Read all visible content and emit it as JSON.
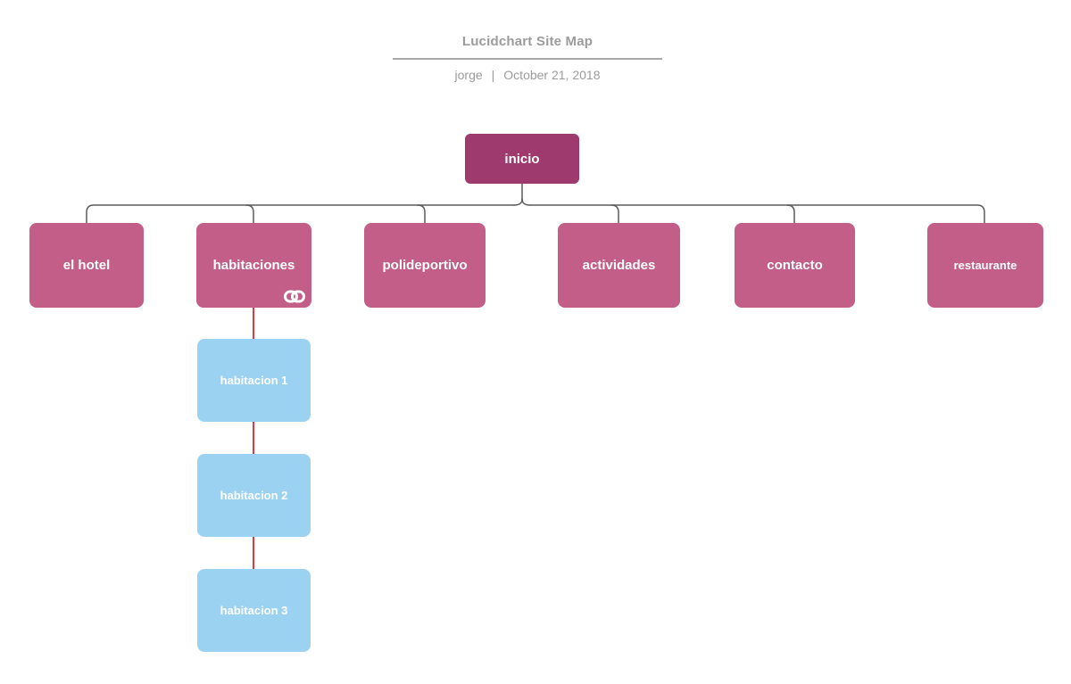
{
  "document": {
    "title": "Lucidchart Site Map",
    "author": "jorge",
    "separator": "|",
    "date": "October 21, 2018"
  },
  "colors": {
    "root_node": "#9e3a6d",
    "primary_node": "#c25e87",
    "child_node": "#9cd2f1",
    "connector": "#5a5a5a",
    "child_connector": "#de3b41",
    "node_text": "#ffffff",
    "header_text": "#9b9b9b"
  },
  "sitemap": {
    "root": {
      "label": "inicio"
    },
    "pages": [
      {
        "label": "el hotel"
      },
      {
        "label": "habitaciones",
        "icon": "link-icon"
      },
      {
        "label": "polideportivo"
      },
      {
        "label": "actividades"
      },
      {
        "label": "contacto"
      },
      {
        "label": "restaurante"
      }
    ],
    "subpages": [
      {
        "label": "habitacion 1"
      },
      {
        "label": "habitacion 2"
      },
      {
        "label": "habitacion 3"
      }
    ]
  }
}
